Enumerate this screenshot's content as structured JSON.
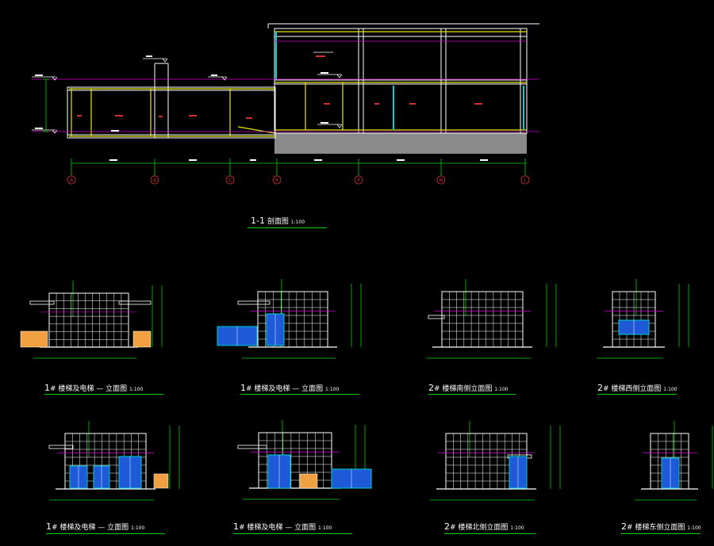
{
  "section": {
    "title_num": "1-1",
    "title_text": "剖面图",
    "scale": "1:100",
    "axes": [
      "A",
      "B",
      "C",
      "R",
      "P",
      "N",
      "L"
    ]
  },
  "elevations": [
    {
      "num": "1",
      "text": "# 楼梯及电梯 ",
      "mid": "—",
      "suffix": " 立面图",
      "scale": "1:100"
    },
    {
      "num": "1",
      "text": "# 楼梯及电梯 ",
      "mid": "—",
      "suffix": " 立面图",
      "scale": "1:100"
    },
    {
      "num": "2",
      "text": "# 楼梯南侧立面图",
      "mid": "",
      "suffix": "",
      "scale": "1:100"
    },
    {
      "num": "2",
      "text": "# 楼梯西侧立面图",
      "mid": "",
      "suffix": "",
      "scale": "1:100"
    },
    {
      "num": "1",
      "text": "# 楼梯及电梯 ",
      "mid": "—",
      "suffix": " 立面图",
      "scale": "1:100"
    },
    {
      "num": "1",
      "text": "# 楼梯及电梯 ",
      "mid": "—",
      "suffix": " 立面图",
      "scale": "1:100"
    },
    {
      "num": "2",
      "text": "# 楼梯北侧立面图",
      "mid": "",
      "suffix": "",
      "scale": "1:100"
    },
    {
      "num": "2",
      "text": "# 楼梯东侧立面图",
      "mid": "",
      "suffix": "",
      "scale": "1:100"
    }
  ],
  "colors": {
    "background": "#000000",
    "cad_white": "#ffffff",
    "cad_green": "#00d000",
    "cad_yellow": "#e8e800",
    "cad_magenta": "#d000d0",
    "cad_cyan": "#00d0d0",
    "cad_blue": "#1e5ad8",
    "cad_orange": "#f0a040",
    "axis_red": "#d03030",
    "slab_gray": "#8a8a8a"
  }
}
